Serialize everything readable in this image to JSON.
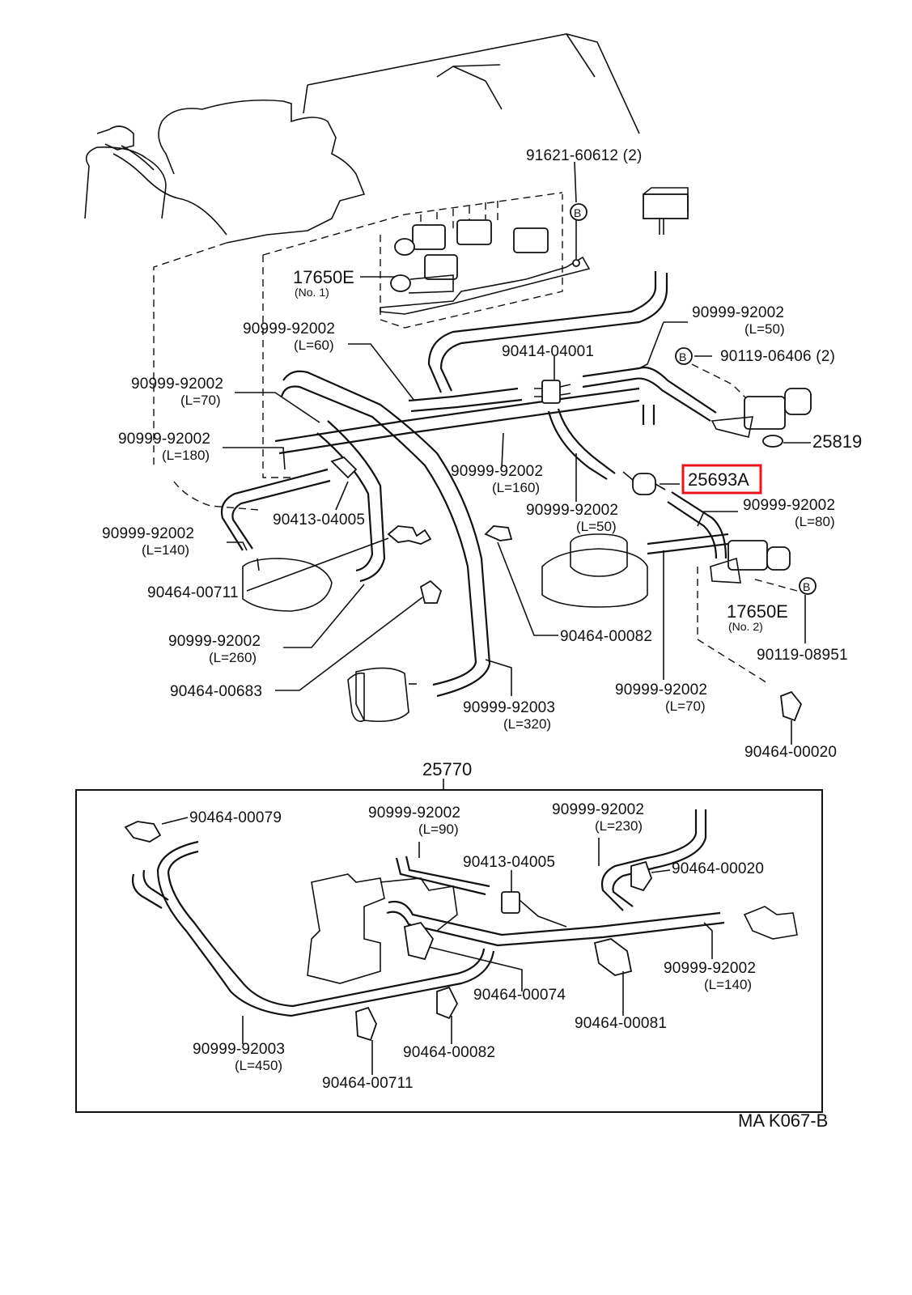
{
  "diagram": {
    "reference_code": "MA K067-B",
    "highlight_color": "#e8141a",
    "assembly_label": "25770",
    "highlighted_part": "25693A",
    "callout_letter": "B",
    "top_labels": [
      {
        "id": "t1",
        "code": "91621-60612 (2)"
      },
      {
        "id": "t2",
        "code": "17650E",
        "note": "(No. 1)"
      },
      {
        "id": "t3",
        "code": "90999-92002",
        "note": "(L=60)"
      },
      {
        "id": "t4",
        "code": "90999-92002",
        "note": "(L=50)"
      },
      {
        "id": "t5",
        "code": "90414-04001"
      },
      {
        "id": "t6",
        "code": "90119-06406 (2)"
      },
      {
        "id": "t7",
        "code": "90999-92002",
        "note": "(L=70)"
      },
      {
        "id": "t8",
        "code": "90999-92002",
        "note": "(L=180)"
      },
      {
        "id": "t9",
        "code": "25819"
      },
      {
        "id": "t10",
        "code": "90999-92002",
        "note": "(L=160)"
      },
      {
        "id": "t11",
        "code": "90413-04005"
      },
      {
        "id": "t12",
        "code": "90999-92002",
        "note": "(L=50)"
      },
      {
        "id": "t13",
        "code": "90999-92002",
        "note": "(L=80)"
      },
      {
        "id": "t14",
        "code": "90999-92002",
        "note": "(L=140)"
      },
      {
        "id": "t15",
        "code": "90464-00711"
      },
      {
        "id": "t16",
        "code": "17650E",
        "note": "(No. 2)"
      },
      {
        "id": "t17",
        "code": "90999-92002",
        "note": "(L=260)"
      },
      {
        "id": "t18",
        "code": "90464-00082"
      },
      {
        "id": "t19",
        "code": "90119-08951"
      },
      {
        "id": "t20",
        "code": "90464-00683"
      },
      {
        "id": "t21",
        "code": "90999-92002",
        "note": "(L=70)"
      },
      {
        "id": "t22",
        "code": "90999-92003",
        "note": "(L=320)"
      },
      {
        "id": "t23",
        "code": "90464-00020"
      }
    ],
    "box_labels": [
      {
        "id": "b1",
        "code": "90464-00079"
      },
      {
        "id": "b2",
        "code": "90999-92002",
        "note": "(L=90)"
      },
      {
        "id": "b3",
        "code": "90999-92002",
        "note": "(L=230)"
      },
      {
        "id": "b4",
        "code": "90413-04005"
      },
      {
        "id": "b5",
        "code": "90464-00020"
      },
      {
        "id": "b6",
        "code": "90999-92002",
        "note": "(L=140)"
      },
      {
        "id": "b7",
        "code": "90464-00074"
      },
      {
        "id": "b8",
        "code": "90464-00081"
      },
      {
        "id": "b9",
        "code": "90999-92003",
        "note": "(L=450)"
      },
      {
        "id": "b10",
        "code": "90464-00082"
      },
      {
        "id": "b11",
        "code": "90464-00711"
      }
    ]
  }
}
